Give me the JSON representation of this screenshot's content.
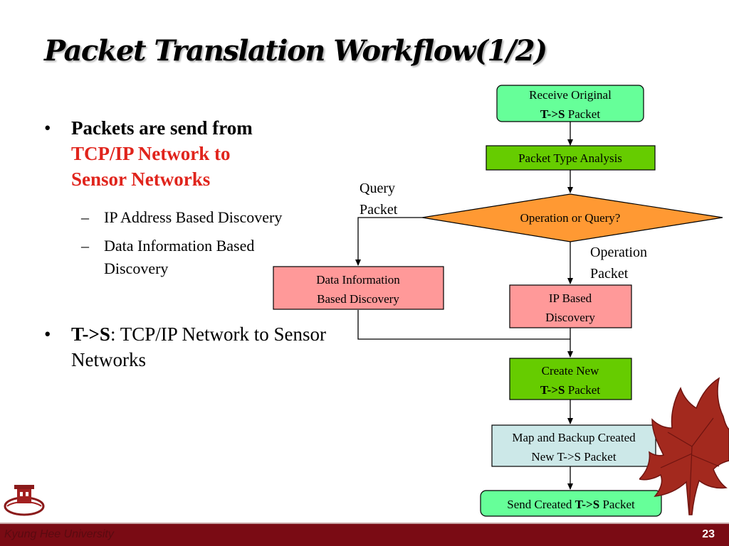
{
  "slide": {
    "title": "Packet Translation Workflow(1/2)",
    "page_number": "23",
    "footer_text": "Kyung Hee University"
  },
  "bullets": {
    "b1_marker": "•",
    "b1_text_bold": "Packets are send from",
    "b1_text_red_line1": "TCP/IP Network to",
    "b1_text_red_line2": "Sensor Networks",
    "sub_marker": "–",
    "sub1": "IP Address Based Discovery",
    "sub2": "Data Information Based Discovery",
    "b2_marker": "•",
    "b2_bold": "T->S",
    "b2_rest": ": TCP/IP Network to Sensor Networks"
  },
  "flowchart": {
    "receive": {
      "line1": "Receive Original",
      "line2_bold": "T->S",
      "line2_rest": " Packet"
    },
    "analysis": "Packet Type Analysis",
    "decision": "Operation or Query?",
    "query_label": {
      "line1": "Query",
      "line2": "Packet"
    },
    "operation_label": {
      "line1": "Operation",
      "line2": "Packet"
    },
    "data_info": {
      "line1": "Data Information",
      "line2": "Based Discovery"
    },
    "ip_based": {
      "line1": "IP Based",
      "line2": "Discovery"
    },
    "create_new": {
      "line1": "Create New",
      "line2_bold": "T->S",
      "line2_rest": " Packet"
    },
    "map_backup": {
      "line1": "Map and Backup Created",
      "line2": "New T->S Packet"
    },
    "send": {
      "prefix": "Send Created ",
      "bold": "T->S",
      "suffix": " Packet"
    }
  },
  "colors": {
    "green_light": "#66ff99",
    "green_dark": "#66cc00",
    "orange": "#ff9933",
    "pink": "#ff9999",
    "light_blue": "#cce8e8",
    "footer_bg": "#7a0b14",
    "red_text": "#e0241c"
  }
}
